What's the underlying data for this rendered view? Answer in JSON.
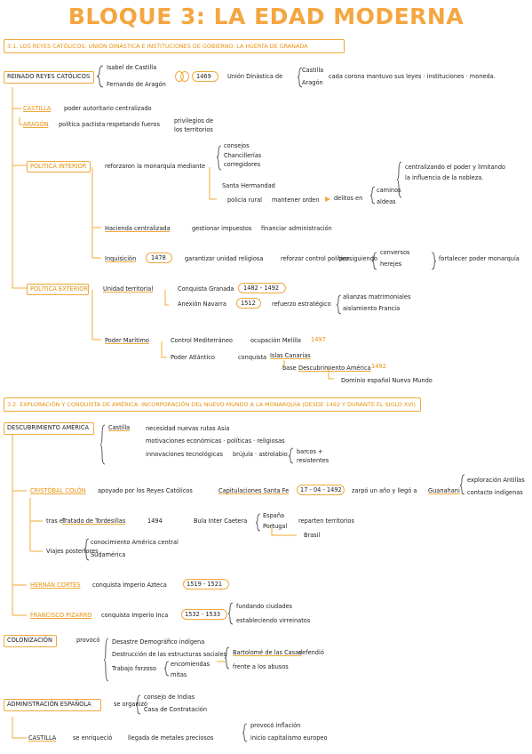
{
  "title": "BLOQUE 3: LA EDAD MODERNA",
  "s31": {
    "heading": "3.1. LOS REYES CATÓLICOS: UNIÓN DINÁSTICA E INSTITUCIONES DE GOBIERNO. LA HUERTA DE GRANADA",
    "rr": "REINADO REYES CATÓLICOS",
    "isabel": "Isabel de Castilla",
    "fernando": "Fernando de Aragón",
    "y1469": "1469",
    "union": "Unión Dinástica de",
    "castilla_s": "Castilla",
    "aragon_s": "Aragón",
    "cada_corona": "cada corona mantuvo sus leyes · instituciones · moneda.",
    "castilla": "CASTILLA",
    "castilla_t": "poder autoritario centralizado",
    "aragon": "ARAGÓN",
    "aragon_t": "política pactista",
    "respetando": "respetando fueros",
    "privilegios": "privilegios de",
    "territorios": "los territorios",
    "pol_int": "POLÍTICA INTERIOR",
    "reforzaron": "reforzaron la monarquía mediante",
    "consejos": "consejos",
    "chancillerias": "Chancillerías",
    "corregidores": "corregidores",
    "santa_herm": "Santa Hermandad",
    "policia": "policía rural",
    "mantener": "mantener orden",
    "delitos": "delitos en",
    "caminos": "caminos",
    "aldeas": "aldeas",
    "centralizando": "centralizando el poder y limitando",
    "influencia": "la influencia de la nobleza.",
    "hacienda": "Hacienda centralizada",
    "gestionar": "gestionar impuestos",
    "financiar": "financiar administración",
    "inquisicion": "Inquisición",
    "y1478": "1478",
    "garantizar": "garantizar unidad religiosa",
    "reforzar": "reforzar control político",
    "persiguiendo": "persiguiendo",
    "conversos": "conversos",
    "herejes": "herejes",
    "fortalecer": "fortalecer poder monarquía",
    "pol_ext": "POLÍTICA EXTERIOR",
    "unidad": "Unidad territorial",
    "conquista_granada": "Conquista Granada",
    "y1482": "1482 - 1492",
    "anexion": "Anexión Navarra",
    "y1512": "1512",
    "refuerzo": "refuerzo estratégico",
    "alianzas": "alianzas matrimoniales",
    "aislamiento": "aislamiento Francia",
    "poder_maritimo": "Poder Marítimo",
    "control_med": "Control Mediterráneo",
    "ocupacion": "ocupación Melilla",
    "y1497": "1497",
    "poder_atl": "Poder Atlántico",
    "conquista": "conquista",
    "islas_can": "Islas Canarias",
    "base": "base",
    "descubrimiento": "Descubrimiento América",
    "y1492": "1492",
    "dominio": "Dominio español Nuevo Mundo"
  },
  "s32": {
    "heading": "3.2. EXPLORACIÓN Y CONQUISTA DE AMÉRICA. INCORPORACIÓN DEL NUEVO MUNDO A LA MONARQUÍA (DESDE 1492 Y DURANTE EL SIGLO XVI)",
    "descubrimiento": "DESCUBRIMIENTO AMÉRICA",
    "castilla": "Castilla",
    "necesidad": "necesidad nuevas rutas Asia",
    "motivaciones": "motivaciones económicas · políticas · religiosas",
    "innovaciones": "innovaciones tecnológicas",
    "brujula": "brújula · astrolabio",
    "barcos": "barcos +",
    "resistentes": "resistentes",
    "colon": "CRISTÓBAL COLÓN",
    "apoyado": "apoyado por los Reyes Católicos",
    "capitulaciones": "Capitulaciones Santa Fe",
    "y1492b": "17 - 04 - 1492",
    "zarpo": "zarpó un año y llegó a",
    "guanahani": "Guanahani",
    "exploracion": "exploración Antillas",
    "contacto": "contacto indígenas",
    "tras": "tras el",
    "tordesillas": "Tratado de Tordesillas",
    "y1494": "1494",
    "bula": "Bula Inter Caetera",
    "espana": "España",
    "portugal": "Portugal",
    "reparten": "reparten territorios",
    "brasil": "Brasil",
    "viajes": "Viajes posteriores",
    "conocimiento": "conocimiento América central",
    "sudamerica": "Sudamérica",
    "cortes": "HERNÁN CORTÉS",
    "conquista_azteca": "conquista Imperio Azteca",
    "y1519": "1519 - 1521",
    "pizarro": "FRANCISCO PIZARRO",
    "conquista_inca": "conquista Imperio Inca",
    "y1532": "1532 - 1533",
    "fundando": "fundando ciudades",
    "estableciendo": "estableciendo virreinatos",
    "colonizacion": "COLONIZACIÓN",
    "provoco": "provocó",
    "desastre": "Desastre Demográfico indígena",
    "destruccion": "Destrucción de las estructuras sociales",
    "trabajo": "Trabajo forzoso",
    "encomiendas": "encomiendas",
    "mitas": "mitas",
    "bartolome": "Bartolomé de las Casas",
    "defendio": "defendió",
    "frente": "frente a los abusos",
    "administracion": "ADMINISTRACIÓN ESPAÑOLA",
    "se_organizo": "se organizó",
    "consejo": "consejo de Indias",
    "casa": "Casa de Contratación",
    "castilla2": "CASTILLA",
    "se_enriquecio": "se enriqueció",
    "llegada": "llegada de metales preciosos",
    "inflacion": "provocó inflación",
    "capitalismo": "inicio capitalismo europeo"
  }
}
